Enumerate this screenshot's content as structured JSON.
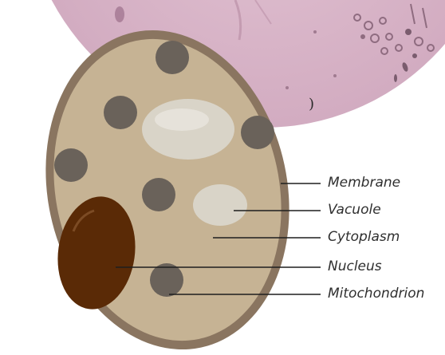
{
  "labels": {
    "membrane": "Membrane",
    "vacuole": "Vacuole",
    "cytoplasm": "Cytoplasm",
    "nucleus": "Nucleus",
    "mitochondrion": "Mitochondrion"
  },
  "stray_mark": ")",
  "colors": {
    "micrograph_background": "#d7b2c6",
    "cell_membrane": "#8a7560",
    "cytoplasm": "#c6b394",
    "vacuole": "#d9d4c8",
    "nucleus": "#5a2a06",
    "organelle": "#6a625a",
    "label_text": "#2f2f2f",
    "leader_line": "#1e1e1e"
  }
}
